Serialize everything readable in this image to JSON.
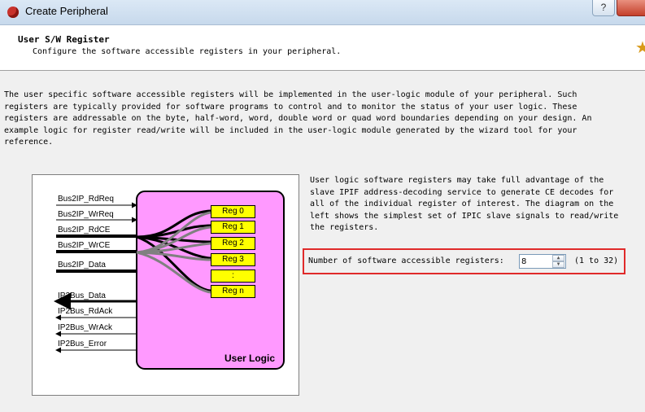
{
  "window": {
    "title": "Create Peripheral",
    "help_label": "?"
  },
  "header": {
    "title": "User S/W Register",
    "subtitle": "Configure the software accessible registers in your peripheral."
  },
  "description": "The user specific software accessible registers will be implemented in the user-logic module of your peripheral. Such\nregisters are typically provided for software programs to control and to monitor the status of your user logic. These\nregisters are addressable on the byte, half-word, word, double word or quad word boundaries depending on your design. An\nexample logic for register read/write will be included in the user-logic module generated by the wizard tool for your\nreference.",
  "diagram": {
    "inputs": [
      "Bus2IP_RdReq",
      "Bus2IP_WrReq",
      "Bus2IP_RdCE",
      "Bus2IP_WrCE",
      "Bus2IP_Data"
    ],
    "outputs": [
      "IP2Bus_Data",
      "IP2Bus_RdAck",
      "IP2Bus_WrAck",
      "IP2Bus_Error"
    ],
    "registers": [
      "Reg 0",
      "Reg 1",
      "Reg 2",
      "Reg 3",
      ":",
      "Reg n"
    ],
    "block_label": "User Logic",
    "colors": {
      "block": "#ff99ff",
      "register": "#ffff00"
    }
  },
  "side_text": "User logic software registers may take full advantage of the\nslave IPIF address-decoding service to generate CE decodes for\nall of the individual register of interest. The diagram on the\nleft shows the simplest set of IPIC slave signals to read/write\nthe registers.",
  "register_count": {
    "label": "Number of software accessible registers:",
    "value": "8",
    "range": "(1 to 32)"
  }
}
